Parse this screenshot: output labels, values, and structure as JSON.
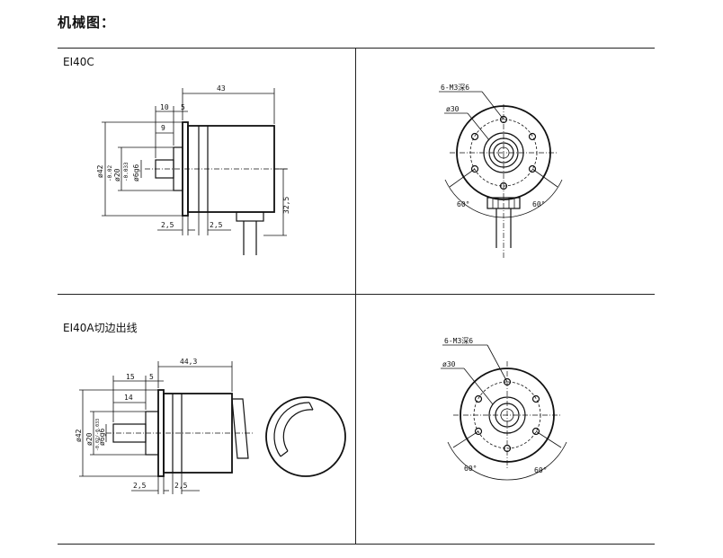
{
  "heading": "机械图：",
  "cells": {
    "top_left_label": "EI40C",
    "bottom_left_label": "EI40A切边出线"
  },
  "ei40c_side": {
    "dim_43": "43",
    "dim_10": "10",
    "dim_5": "5",
    "dim_9": "9",
    "dim_phi42": "ø42",
    "dim_phi20": "ø20",
    "dim_phi20_tol_top": "-0.02",
    "dim_phi20_tol_bottom": "-0.033",
    "dim_phi6": "ø6g6",
    "dim_32_5": "32,5",
    "dim_2_5_left": "2,5",
    "dim_2_5_right": "2,5"
  },
  "ei40c_front": {
    "holes_label": "6-M3深6",
    "phi30": "ø30",
    "angle_left": "60°",
    "angle_right": "60°"
  },
  "ei40a_side": {
    "dim_44_3": "44,3",
    "dim_15": "15",
    "dim_5": "5",
    "dim_14": "14",
    "dim_phi42": "ø42",
    "dim_phi20": "ø20",
    "dim_phi20_tol": "-0.02/-0.033",
    "dim_phi6": "ø6g6",
    "dim_2_5_left": "2,5",
    "dim_2_5_right": "2,5"
  },
  "ei40a_front": {
    "holes_label": "6-M3深6",
    "phi30": "ø30",
    "angle_left": "60°",
    "angle_right": "60°"
  }
}
